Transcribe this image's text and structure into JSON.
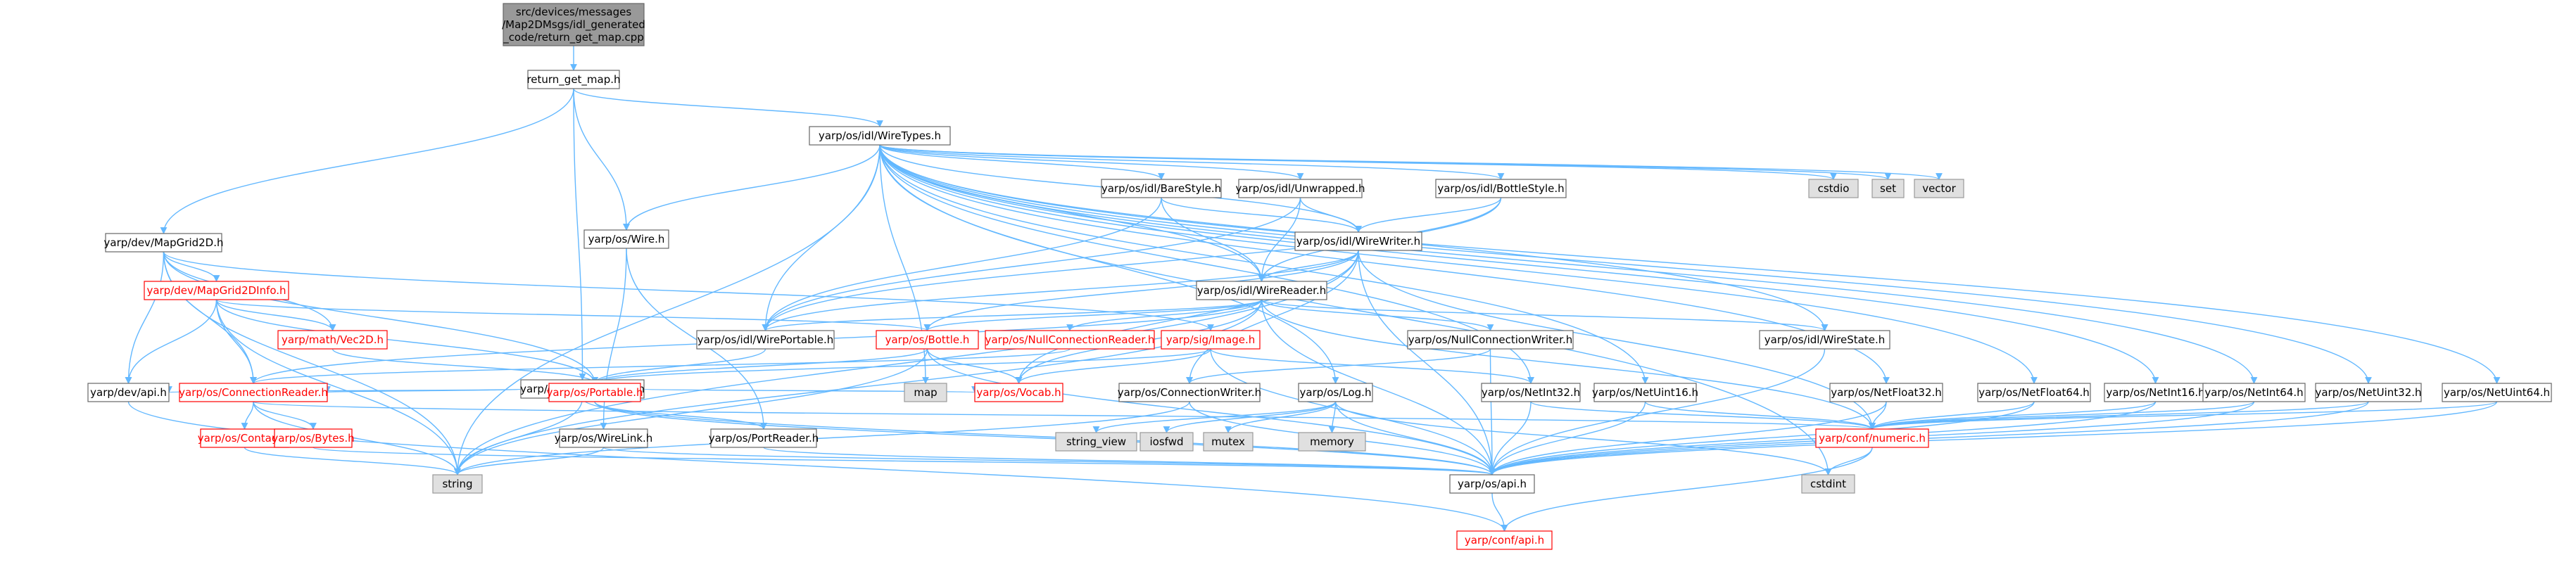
{
  "colors": {
    "edge": "#63b8ff",
    "root_fill": "#999999",
    "root_text": "#000000",
    "normal_fill": "#ffffff",
    "normal_stroke": "#666666",
    "red_stroke": "#ff0000",
    "red_text": "#ff0000",
    "gray_fill": "#e0e0e0",
    "gray_stroke": "#999999"
  },
  "nodes": [
    {
      "id": "root",
      "lines": [
        "src/devices/messages",
        "/Map2DMsgs/idl_generated",
        "_code/return_get_map.cpp"
      ],
      "style": "root"
    },
    {
      "id": "return_get_map",
      "lines": [
        "return_get_map.h"
      ],
      "style": "normal"
    },
    {
      "id": "WireTypes",
      "lines": [
        "yarp/os/idl/WireTypes.h"
      ],
      "style": "normal"
    },
    {
      "id": "MapGrid2D",
      "lines": [
        "yarp/dev/MapGrid2D.h"
      ],
      "style": "normal"
    },
    {
      "id": "MapGrid2DInfo",
      "lines": [
        "yarp/dev/MapGrid2DInfo.h"
      ],
      "style": "red"
    },
    {
      "id": "Vec2D",
      "lines": [
        "yarp/math/Vec2D.h"
      ],
      "style": "red"
    },
    {
      "id": "ReturnValue",
      "lines": [
        "yarp/dev/ReturnValue.h"
      ],
      "style": "normal"
    },
    {
      "id": "dev_api",
      "lines": [
        "yarp/dev/api.h"
      ],
      "style": "normal"
    },
    {
      "id": "ConnectionReader",
      "lines": [
        "yarp/os/ConnectionReader.h"
      ],
      "style": "red"
    },
    {
      "id": "Contact",
      "lines": [
        "yarp/os/Contact.h"
      ],
      "style": "red"
    },
    {
      "id": "Bytes",
      "lines": [
        "yarp/os/Bytes.h"
      ],
      "style": "red"
    },
    {
      "id": "Wire",
      "lines": [
        "yarp/os/Wire.h"
      ],
      "style": "normal"
    },
    {
      "id": "WireLink",
      "lines": [
        "yarp/os/WireLink.h"
      ],
      "style": "normal"
    },
    {
      "id": "Portable",
      "lines": [
        "yarp/os/Portable.h"
      ],
      "style": "red"
    },
    {
      "id": "PortReader",
      "lines": [
        "yarp/os/PortReader.h"
      ],
      "style": "normal"
    },
    {
      "id": "BareStyle",
      "lines": [
        "yarp/os/idl/BareStyle.h"
      ],
      "style": "normal"
    },
    {
      "id": "Unwrapped",
      "lines": [
        "yarp/os/idl/Unwrapped.h"
      ],
      "style": "normal"
    },
    {
      "id": "BottleStyle",
      "lines": [
        "yarp/os/idl/BottleStyle.h"
      ],
      "style": "normal"
    },
    {
      "id": "WireWriter",
      "lines": [
        "yarp/os/idl/WireWriter.h"
      ],
      "style": "normal"
    },
    {
      "id": "WireReader",
      "lines": [
        "yarp/os/idl/WireReader.h"
      ],
      "style": "normal"
    },
    {
      "id": "WirePortable",
      "lines": [
        "yarp/os/idl/WirePortable.h"
      ],
      "style": "normal"
    },
    {
      "id": "Bottle",
      "lines": [
        "yarp/os/Bottle.h"
      ],
      "style": "red"
    },
    {
      "id": "NullConnectionReader",
      "lines": [
        "yarp/os/NullConnectionReader.h"
      ],
      "style": "red"
    },
    {
      "id": "Image",
      "lines": [
        "yarp/sig/Image.h"
      ],
      "style": "red"
    },
    {
      "id": "NullConnectionWriter",
      "lines": [
        "yarp/os/NullConnectionWriter.h"
      ],
      "style": "normal"
    },
    {
      "id": "WireState",
      "lines": [
        "yarp/os/idl/WireState.h"
      ],
      "style": "normal"
    },
    {
      "id": "map",
      "lines": [
        "map"
      ],
      "style": "gray"
    },
    {
      "id": "Vocab",
      "lines": [
        "yarp/os/Vocab.h"
      ],
      "style": "red"
    },
    {
      "id": "ConnectionWriter",
      "lines": [
        "yarp/os/ConnectionWriter.h"
      ],
      "style": "normal"
    },
    {
      "id": "Log",
      "lines": [
        "yarp/os/Log.h"
      ],
      "style": "normal"
    },
    {
      "id": "NetInt32",
      "lines": [
        "yarp/os/NetInt32.h"
      ],
      "style": "normal"
    },
    {
      "id": "NetUint16",
      "lines": [
        "yarp/os/NetUint16.h"
      ],
      "style": "normal"
    },
    {
      "id": "NetFloat32",
      "lines": [
        "yarp/os/NetFloat32.h"
      ],
      "style": "normal"
    },
    {
      "id": "NetFloat64",
      "lines": [
        "yarp/os/NetFloat64.h"
      ],
      "style": "normal"
    },
    {
      "id": "NetInt16",
      "lines": [
        "yarp/os/NetInt16.h"
      ],
      "style": "normal"
    },
    {
      "id": "NetInt64",
      "lines": [
        "yarp/os/NetInt64.h"
      ],
      "style": "normal"
    },
    {
      "id": "NetUint32",
      "lines": [
        "yarp/os/NetUint32.h"
      ],
      "style": "normal"
    },
    {
      "id": "NetUint64",
      "lines": [
        "yarp/os/NetUint64.h"
      ],
      "style": "normal"
    },
    {
      "id": "cstdio",
      "lines": [
        "cstdio"
      ],
      "style": "gray"
    },
    {
      "id": "set",
      "lines": [
        "set"
      ],
      "style": "gray"
    },
    {
      "id": "vector",
      "lines": [
        "vector"
      ],
      "style": "gray"
    },
    {
      "id": "string_view",
      "lines": [
        "string_view"
      ],
      "style": "gray"
    },
    {
      "id": "iosfwd",
      "lines": [
        "iosfwd"
      ],
      "style": "gray"
    },
    {
      "id": "mutex",
      "lines": [
        "mutex"
      ],
      "style": "gray"
    },
    {
      "id": "memory",
      "lines": [
        "memory"
      ],
      "style": "gray"
    },
    {
      "id": "numeric",
      "lines": [
        "yarp/conf/numeric.h"
      ],
      "style": "red"
    },
    {
      "id": "string",
      "lines": [
        "string"
      ],
      "style": "gray"
    },
    {
      "id": "os_api",
      "lines": [
        "yarp/os/api.h"
      ],
      "style": "normal"
    },
    {
      "id": "cstdint",
      "lines": [
        "cstdint"
      ],
      "style": "gray"
    },
    {
      "id": "conf_api",
      "lines": [
        "yarp/conf/api.h"
      ],
      "style": "red"
    }
  ],
  "edges": [
    [
      "root",
      "return_get_map"
    ],
    [
      "return_get_map",
      "WireTypes"
    ],
    [
      "return_get_map",
      "MapGrid2D"
    ],
    [
      "return_get_map",
      "ReturnValue"
    ],
    [
      "return_get_map",
      "Wire"
    ],
    [
      "WireTypes",
      "string"
    ],
    [
      "WireTypes",
      "BareStyle"
    ],
    [
      "WireTypes",
      "Unwrapped"
    ],
    [
      "WireTypes",
      "BottleStyle"
    ],
    [
      "WireTypes",
      "WireWriter"
    ],
    [
      "WireTypes",
      "WireReader"
    ],
    [
      "WireTypes",
      "WirePortable"
    ],
    [
      "WireTypes",
      "Wire"
    ],
    [
      "WireTypes",
      "map"
    ],
    [
      "WireTypes",
      "cstdio"
    ],
    [
      "WireTypes",
      "set"
    ],
    [
      "WireTypes",
      "vector"
    ],
    [
      "WireTypes",
      "WireState"
    ],
    [
      "WireTypes",
      "Log"
    ],
    [
      "WireTypes",
      "NetInt32"
    ],
    [
      "WireTypes",
      "NetUint16"
    ],
    [
      "WireTypes",
      "NetFloat32"
    ],
    [
      "WireTypes",
      "NetFloat64"
    ],
    [
      "WireTypes",
      "NetInt16"
    ],
    [
      "WireTypes",
      "NetInt64"
    ],
    [
      "WireTypes",
      "NetUint32"
    ],
    [
      "WireTypes",
      "NetUint64"
    ],
    [
      "WireTypes",
      "cstdint"
    ],
    [
      "MapGrid2D",
      "MapGrid2DInfo"
    ],
    [
      "MapGrid2D",
      "Vec2D"
    ],
    [
      "MapGrid2D",
      "dev_api"
    ],
    [
      "MapGrid2D",
      "ConnectionReader"
    ],
    [
      "MapGrid2D",
      "Portable"
    ],
    [
      "MapGrid2D",
      "Image"
    ],
    [
      "MapGrid2D",
      "string"
    ],
    [
      "MapGrid2DInfo",
      "Vec2D"
    ],
    [
      "MapGrid2DInfo",
      "dev_api"
    ],
    [
      "MapGrid2DInfo",
      "ConnectionReader"
    ],
    [
      "MapGrid2DInfo",
      "Portable"
    ],
    [
      "MapGrid2DInfo",
      "Bottle"
    ],
    [
      "MapGrid2DInfo",
      "string"
    ],
    [
      "Vec2D",
      "Portable"
    ],
    [
      "ReturnValue",
      "dev_api"
    ],
    [
      "ReturnValue",
      "Portable"
    ],
    [
      "ReturnValue",
      "Vocab"
    ],
    [
      "ReturnValue",
      "string"
    ],
    [
      "ReturnValue",
      "ConnectionReader"
    ],
    [
      "ReturnValue",
      "os_api"
    ],
    [
      "dev_api",
      "conf_api"
    ],
    [
      "ConnectionReader",
      "Contact"
    ],
    [
      "ConnectionReader",
      "Bytes"
    ],
    [
      "ConnectionReader",
      "numeric"
    ],
    [
      "ConnectionReader",
      "string"
    ],
    [
      "Contact",
      "string"
    ],
    [
      "Bytes",
      "os_api"
    ],
    [
      "Wire",
      "WireLink"
    ],
    [
      "Wire",
      "PortReader"
    ],
    [
      "WireLink",
      "os_api"
    ],
    [
      "WireLink",
      "string"
    ],
    [
      "Portable",
      "PortReader"
    ],
    [
      "Portable",
      "os_api"
    ],
    [
      "PortReader",
      "os_api"
    ],
    [
      "BareStyle",
      "WireWriter"
    ],
    [
      "BareStyle",
      "WireReader"
    ],
    [
      "BareStyle",
      "WirePortable"
    ],
    [
      "Unwrapped",
      "WireWriter"
    ],
    [
      "Unwrapped",
      "WireReader"
    ],
    [
      "Unwrapped",
      "WirePortable"
    ],
    [
      "BottleStyle",
      "WireWriter"
    ],
    [
      "BottleStyle",
      "WireReader"
    ],
    [
      "BottleStyle",
      "WirePortable"
    ],
    [
      "WireWriter",
      "WireReader"
    ],
    [
      "WireWriter",
      "WirePortable"
    ],
    [
      "WireWriter",
      "Bottle"
    ],
    [
      "WireWriter",
      "Vocab"
    ],
    [
      "WireWriter",
      "ConnectionWriter"
    ],
    [
      "WireWriter",
      "numeric"
    ],
    [
      "WireWriter",
      "string"
    ],
    [
      "WireWriter",
      "os_api"
    ],
    [
      "WireReader",
      "WirePortable"
    ],
    [
      "WireReader",
      "Bottle"
    ],
    [
      "WireReader",
      "NullConnectionReader"
    ],
    [
      "WireReader",
      "NullConnectionWriter"
    ],
    [
      "WireReader",
      "WireState"
    ],
    [
      "WireReader",
      "Vocab"
    ],
    [
      "WireReader",
      "ConnectionReader"
    ],
    [
      "WireReader",
      "numeric"
    ],
    [
      "WireReader",
      "string"
    ],
    [
      "WireReader",
      "os_api"
    ],
    [
      "WirePortable",
      "Portable"
    ],
    [
      "Bottle",
      "Portable"
    ],
    [
      "Bottle",
      "Vocab"
    ],
    [
      "Bottle",
      "os_api"
    ],
    [
      "Bottle",
      "string"
    ],
    [
      "NullConnectionReader",
      "ConnectionReader"
    ],
    [
      "Image",
      "Portable"
    ],
    [
      "Image",
      "Vocab"
    ],
    [
      "Image",
      "NetInt32"
    ],
    [
      "Image",
      "os_api"
    ],
    [
      "NullConnectionWriter",
      "ConnectionWriter"
    ],
    [
      "NullConnectionWriter",
      "os_api"
    ],
    [
      "WireState",
      "os_api"
    ],
    [
      "ConnectionWriter",
      "os_api"
    ],
    [
      "ConnectionWriter",
      "string"
    ],
    [
      "Log",
      "os_api"
    ],
    [
      "Log",
      "string_view"
    ],
    [
      "Log",
      "iosfwd"
    ],
    [
      "Log",
      "mutex"
    ],
    [
      "Log",
      "memory"
    ],
    [
      "Log",
      "cstdint"
    ],
    [
      "NetInt32",
      "numeric"
    ],
    [
      "NetInt32",
      "os_api"
    ],
    [
      "NetUint16",
      "numeric"
    ],
    [
      "NetUint16",
      "os_api"
    ],
    [
      "NetFloat32",
      "numeric"
    ],
    [
      "NetFloat32",
      "os_api"
    ],
    [
      "NetFloat64",
      "numeric"
    ],
    [
      "NetFloat64",
      "os_api"
    ],
    [
      "NetInt16",
      "numeric"
    ],
    [
      "NetInt16",
      "os_api"
    ],
    [
      "NetInt64",
      "numeric"
    ],
    [
      "NetInt64",
      "os_api"
    ],
    [
      "NetUint32",
      "numeric"
    ],
    [
      "NetUint32",
      "os_api"
    ],
    [
      "NetUint64",
      "numeric"
    ],
    [
      "NetUint64",
      "os_api"
    ],
    [
      "numeric",
      "conf_api"
    ],
    [
      "numeric",
      "cstdint"
    ],
    [
      "os_api",
      "conf_api"
    ]
  ]
}
